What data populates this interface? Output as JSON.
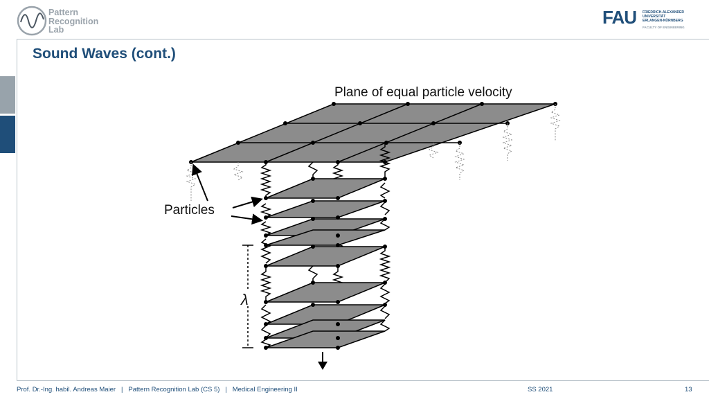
{
  "header": {
    "lab_logo_lines": [
      "Pattern",
      "Recognition",
      "Lab"
    ],
    "uni_logo": {
      "mark": "FAU",
      "lines": [
        "FRIEDRICH-ALEXANDER",
        "UNIVERSITÄT",
        "ERLANGEN-NÜRNBERG"
      ],
      "faculty": "FACULTY OF ENGINEERING"
    }
  },
  "slide": {
    "title": "Sound Waves (cont.)"
  },
  "diagram": {
    "plane_label": "Plane of equal particle velocity",
    "particles_label": "Particles",
    "wavelength_symbol": "λ"
  },
  "footer": {
    "left": "Prof. Dr.-Ing. habil. Andreas Maier   |   Pattern Recognition Lab (CS 5)   |   Medical Engineering II",
    "semester": "SS 2021",
    "page": "13"
  },
  "colors": {
    "brand_blue": "#1f4e79",
    "sidebar_gray": "#98a3ab",
    "plate_gray": "#8c8c8c"
  }
}
